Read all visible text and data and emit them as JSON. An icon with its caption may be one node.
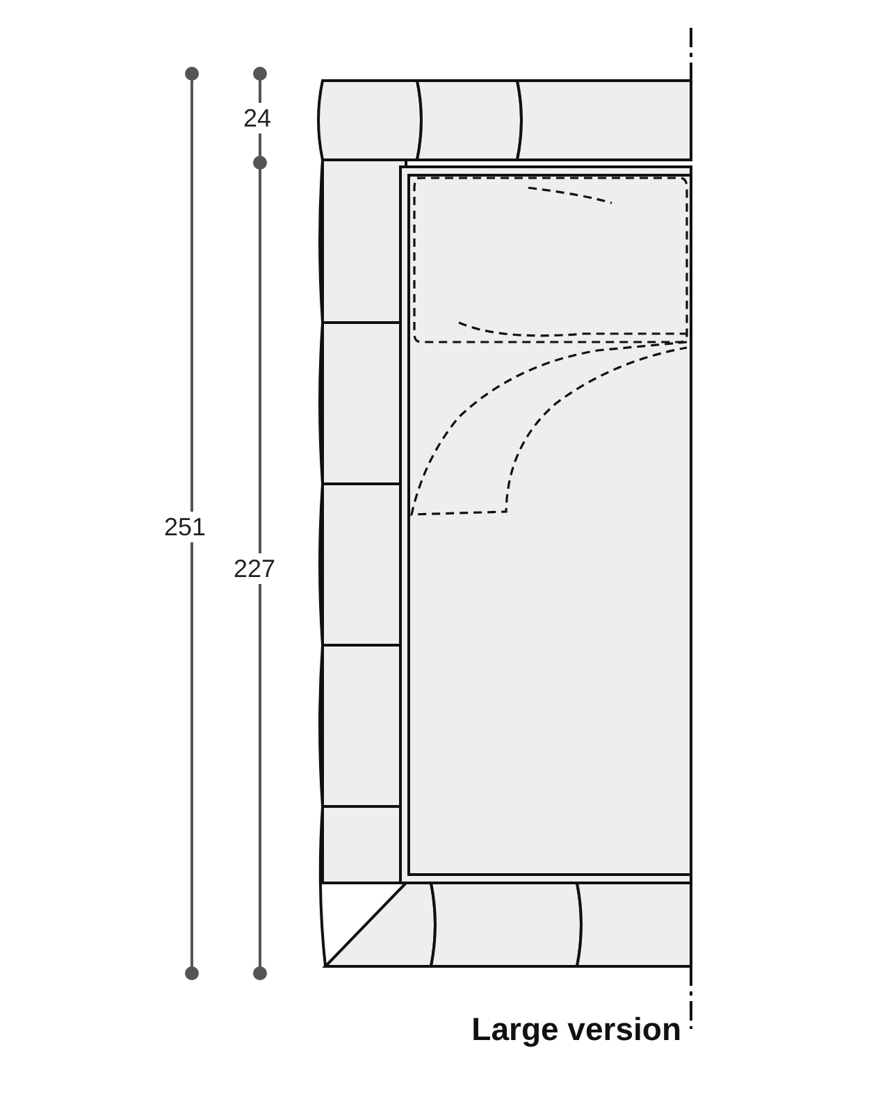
{
  "diagram": {
    "caption": "Large version",
    "labels": [
      "24",
      "251",
      "227"
    ]
  }
}
